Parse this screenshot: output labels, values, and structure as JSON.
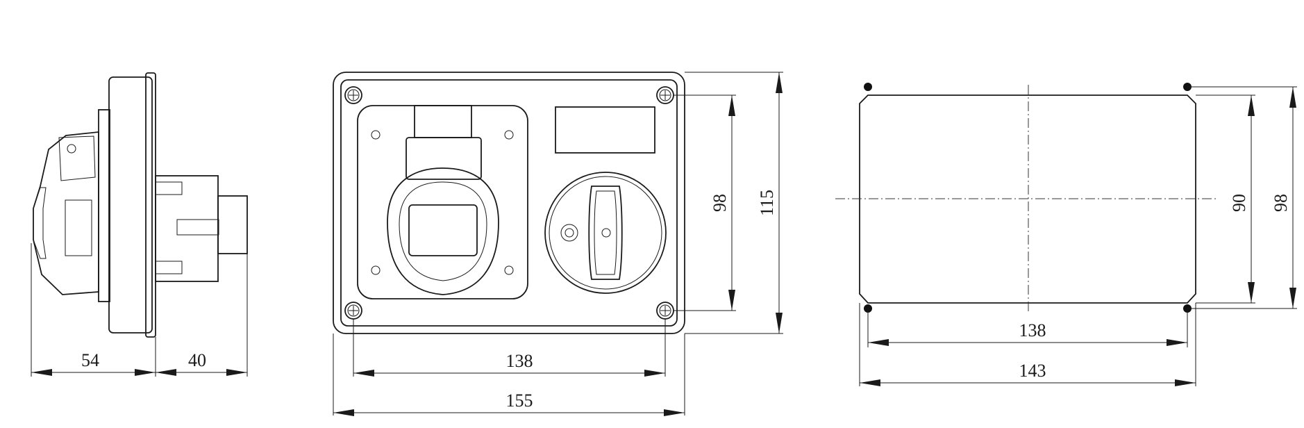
{
  "side_view": {
    "depth_label": "54",
    "plug_depth_label": "40"
  },
  "front_view": {
    "screw_spacing_width_label": "138",
    "overall_width_label": "155",
    "screw_spacing_height_label": "98",
    "overall_height_label": "115"
  },
  "cutout_view": {
    "hole_spacing_width_label": "138",
    "cutout_width_label": "143",
    "cutout_height_label": "90",
    "hole_spacing_height_label": "98"
  }
}
